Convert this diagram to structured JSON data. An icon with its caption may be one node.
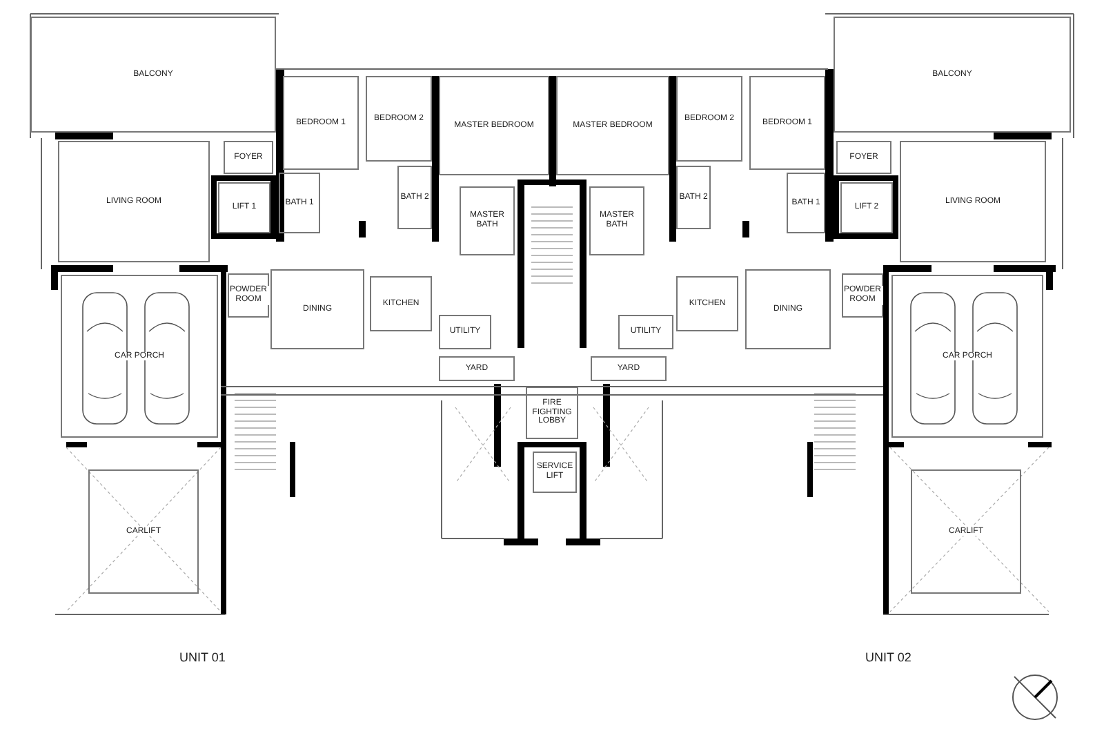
{
  "diagram": {
    "nodes": [
      {
        "text": [
          "BALCONY"
        ]
      },
      {
        "text": [
          "BEDROOM 1"
        ]
      },
      {
        "text": [
          "BEDROOM 2"
        ]
      },
      {
        "text": [
          "MASTER BEDROOM"
        ]
      },
      {
        "text": [
          "MASTER BEDROOM"
        ]
      },
      {
        "text": [
          "BEDROOM 2"
        ]
      },
      {
        "text": [
          "BEDROOM 1"
        ]
      },
      {
        "text": [
          "BALCONY"
        ]
      },
      {
        "text": [
          "FOYER"
        ]
      },
      {
        "text": [
          "FOYER"
        ]
      },
      {
        "text": [
          "LIVING ROOM"
        ]
      },
      {
        "text": [
          "LIFT 1"
        ]
      },
      {
        "text": [
          "BATH 1"
        ]
      },
      {
        "text": [
          "BATH 2"
        ]
      },
      {
        "text": [
          "MASTER BATH"
        ]
      },
      {
        "text": [
          "MASTER BATH"
        ]
      },
      {
        "text": [
          "BATH 2"
        ]
      },
      {
        "text": [
          "BATH 1"
        ]
      },
      {
        "text": [
          "LIFT 2"
        ]
      },
      {
        "text": [
          "LIVING ROOM"
        ]
      },
      {
        "text": [
          "POWDER ROOM"
        ]
      },
      {
        "text": [
          "DINING"
        ]
      },
      {
        "text": [
          "KITCHEN"
        ]
      },
      {
        "text": [
          "KITCHEN"
        ]
      },
      {
        "text": [
          "DINING"
        ]
      },
      {
        "text": [
          "POWDER ROOM"
        ]
      },
      {
        "text": [
          "CAR PORCH"
        ]
      },
      {
        "text": [
          "UTILITY"
        ]
      },
      {
        "text": [
          "UTILITY"
        ]
      },
      {
        "text": [
          "CAR PORCH"
        ]
      },
      {
        "text": [
          "YARD"
        ]
      },
      {
        "text": [
          "YARD"
        ]
      },
      {
        "text": [
          "FIRE FIGHTING LOBBY"
        ]
      },
      {
        "text": [
          "SERVICE LIFT"
        ]
      },
      {
        "text": [
          "CARLIFT"
        ]
      },
      {
        "text": [
          "CARLIFT"
        ]
      }
    ],
    "labels": [
      "UNIT 01",
      "UNIT 02"
    ]
  }
}
